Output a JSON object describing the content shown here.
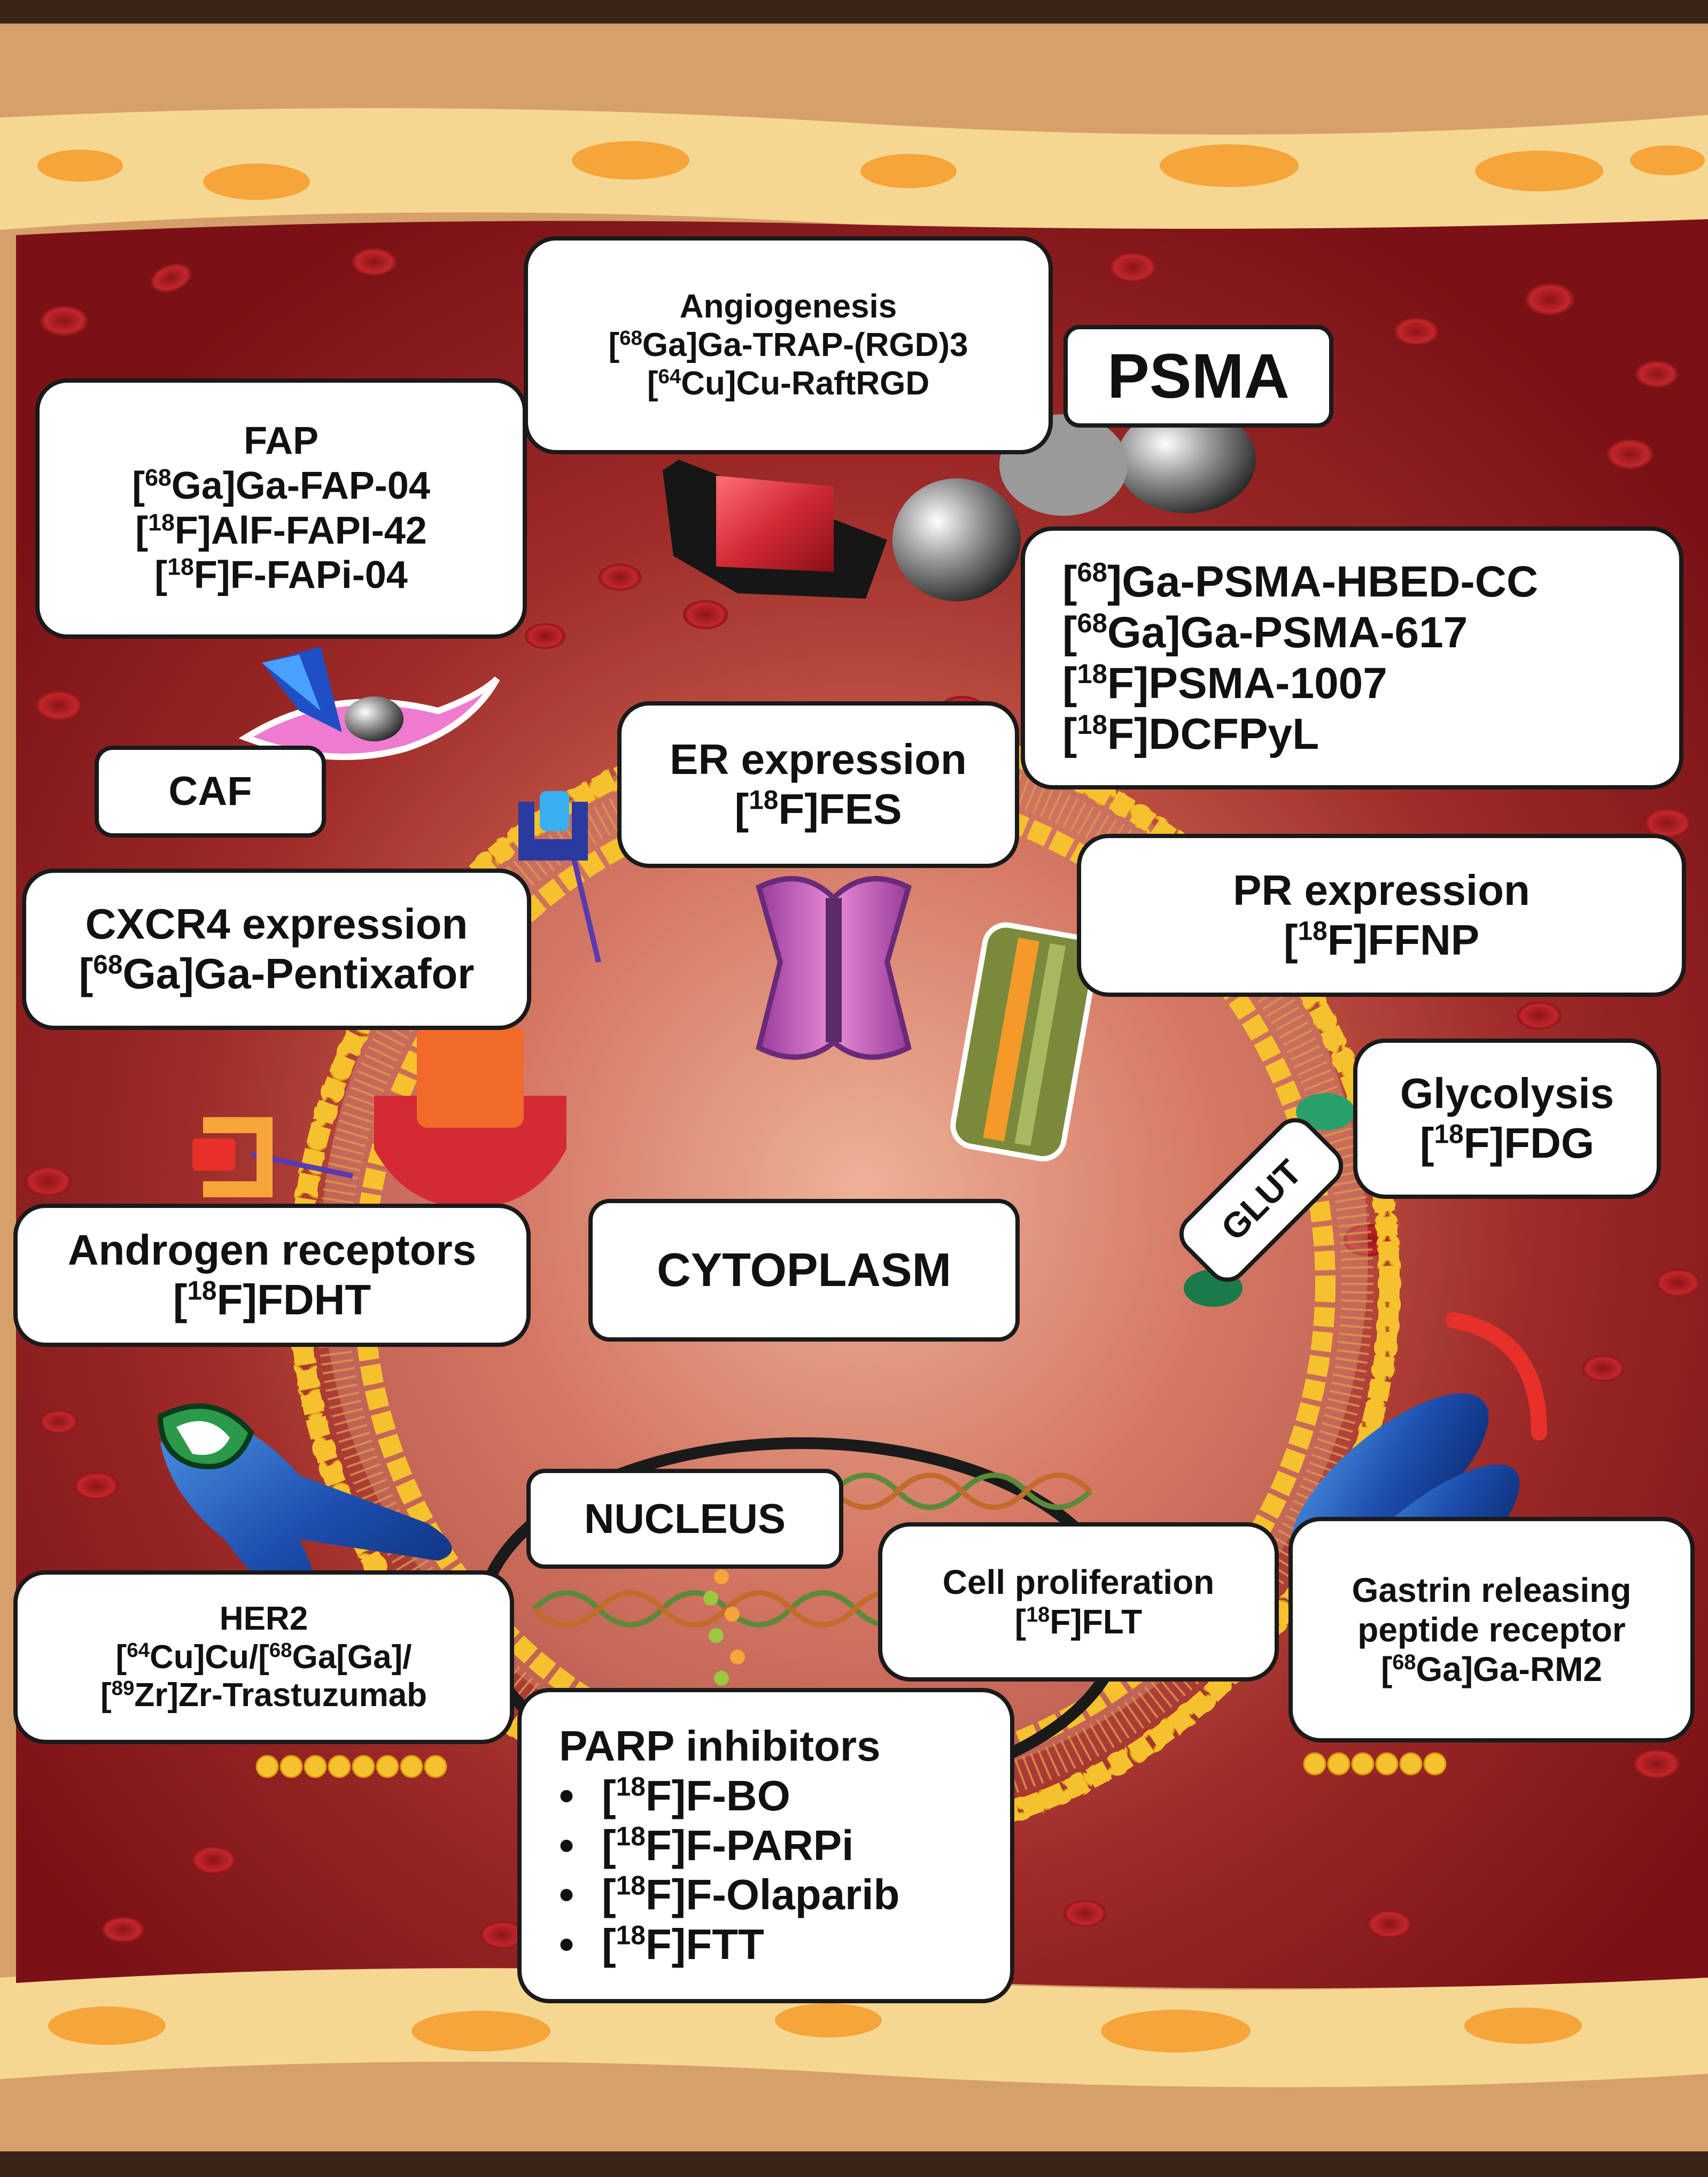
{
  "colors": {
    "frame_dark": "#3a2418",
    "tan": "#d6a06a",
    "fat_yellow": "#f6d792",
    "fat_orange": "#f5a53a",
    "tissue_dark": "#7f1318",
    "cell_glow": "#e8a890",
    "membrane_bead": "#f4c12e",
    "receptor_blue": "#1d4fb0",
    "box_border": "#1a1a1a"
  },
  "labels": {
    "fap": {
      "title": "FAP",
      "line1_sup": "68",
      "line1_text": "Ga]Ga-FAP-04",
      "line2_sup": "18",
      "line2_text": "F]AlF-FAPI-42",
      "line3_sup": "18",
      "line3_text": "F]F-FAPi-04"
    },
    "angio": {
      "title": "Angiogenesis",
      "line1_sup": "68",
      "line1_text": "Ga]Ga-TRAP-(RGD)3",
      "line2_sup": "64",
      "line2_text": "Cu]Cu-RaftRGD"
    },
    "psma_title": "PSMA",
    "psma": {
      "line1_sup": "68",
      "line1_text": "Ga-PSMA-HBED-CC",
      "line2_sup": "68",
      "line2_text": "Ga]Ga-PSMA-617",
      "line3_sup": "18",
      "line3_text": "F]PSMA-1007",
      "line4_sup": "18",
      "line4_text": "F]DCFPyL"
    },
    "caf": "CAF",
    "er": {
      "title": "ER expression",
      "line1_sup": "18",
      "line1_text": "F]FES"
    },
    "pr": {
      "title": "PR expression",
      "line1_sup": "18",
      "line1_text": "F]FFNP"
    },
    "cxcr4": {
      "title": "CXCR4 expression",
      "line1_sup": "68",
      "line1_text": "Ga]Ga-Pentixafor"
    },
    "glycolysis": {
      "title": "Glycolysis",
      "line1_sup": "18",
      "line1_text": "F]FDG"
    },
    "glut": "GLUT",
    "androgen": {
      "title": "Androgen receptors",
      "line1_sup": "18",
      "line1_text": "F]FDHT"
    },
    "cytoplasm": "CYTOPLASM",
    "nucleus": "NUCLEUS",
    "proliferation": {
      "title": "Cell proliferation",
      "line1_sup": "18",
      "line1_text": "F]FLT"
    },
    "grpr": {
      "title_line1": "Gastrin releasing",
      "title_line2": "peptide receptor",
      "line1_sup": "68",
      "line1_text": "Ga]Ga-RM2"
    },
    "her2": {
      "title": "HER2",
      "line1_sup_a": "64",
      "line1_text_a": "Cu]Cu/[",
      "line1_sup_b": "68",
      "line1_text_b": "Ga[Ga]/",
      "line2_sup": "89",
      "line2_text": "Zr]Zr-Trastuzumab"
    },
    "parp": {
      "title": "PARP inhibitors",
      "bullet": "•",
      "items": [
        {
          "sup": "18",
          "text": "F]F-BO"
        },
        {
          "sup": "18",
          "text": "F]F-PARPi"
        },
        {
          "sup": "18",
          "text": "F]F-Olaparib"
        },
        {
          "sup": "18",
          "text": "F]FTT"
        }
      ]
    }
  }
}
